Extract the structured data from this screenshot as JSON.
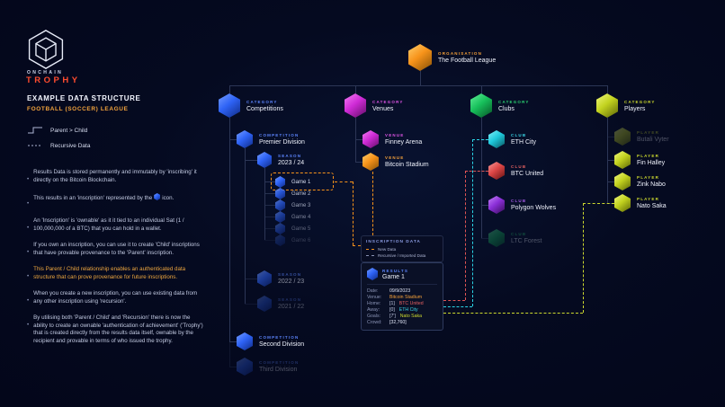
{
  "brand": {
    "onchain": "ONCHAIN",
    "trophy": "TROPHY"
  },
  "header": {
    "title": "EXAMPLE DATA STRUCTURE",
    "subtitle": "FOOTBALL (SOCCER) LEAGUE"
  },
  "legend": {
    "parent_child": "Parent > Child",
    "recursive": "Recursive Data"
  },
  "bullets": {
    "b1": "Results Data is stored permanently and immutably by 'inscribing' it directly on the Bitcoin Blockchain.",
    "b2a": "This results in an 'inscription' represented by the",
    "b2b": "icon.",
    "b3": "An 'Inscription' is 'ownable' as it it tied to an individual Sat (1 / 100,000,000 of a BTC) that you can hold in a wallet.",
    "b4": "If you own an inscription, you can use it to create 'Child' inscriptions that have provable provenance to the 'Parent' inscription.",
    "b5": "This Parent / Child relationship enables an authenticated data structure that can prove provenance for future inscriptions.",
    "b6": "When you create a new inscription, you can use existing data from any other inscription using 'recursion'.",
    "b7": "By utilising both 'Parent / Child' and 'Recursion' there is now the ability to create an ownable 'authentication of achievement' ('Trophy') that is created directly from the results data itself, ownable by the recipient and provable in terms of who issued the trophy."
  },
  "diagram": {
    "organisation": {
      "tag": "ORGANISATION",
      "name": "The Football League"
    },
    "cat_competitions": {
      "tag": "CATEGORY",
      "name": "Competitions"
    },
    "cat_venues": {
      "tag": "CATEGORY",
      "name": "Venues"
    },
    "cat_clubs": {
      "tag": "CATEGORY",
      "name": "Clubs"
    },
    "cat_players": {
      "tag": "CATEGORY",
      "name": "Players"
    },
    "premier": {
      "tag": "COMPETITION",
      "name": "Premier Division"
    },
    "season_2324": {
      "tag": "SEASON",
      "name": "2023 / 24"
    },
    "season_2223": {
      "tag": "SEASON",
      "name": "2022 / 23"
    },
    "season_2122": {
      "tag": "SEASON",
      "name": "2021 / 22"
    },
    "games": [
      "Game 1",
      "Game 2",
      "Game 3",
      "Game 4",
      "Game 5",
      "Game 6"
    ],
    "second_division": {
      "tag": "COMPETITION",
      "name": "Second Division"
    },
    "third_division": {
      "tag": "COMPETITION",
      "name": "Third Division"
    },
    "finney": {
      "tag": "VENUE",
      "name": "Finney Arena"
    },
    "stadium": {
      "tag": "VENUE",
      "name": "Bitcoin Stadium"
    },
    "eth": {
      "tag": "CLUB",
      "name": "ETH City"
    },
    "btc": {
      "tag": "CLUB",
      "name": "BTC United"
    },
    "wolves": {
      "tag": "CLUB",
      "name": "Polygon Wolves"
    },
    "ltc": {
      "tag": "CLUB",
      "name": "LTC Forest"
    },
    "p1": {
      "tag": "PLAYER",
      "name": "Butali Vyter"
    },
    "p2": {
      "tag": "PLAYER",
      "name": "Fin Halley"
    },
    "p3": {
      "tag": "PLAYER",
      "name": "Zink Nabo"
    },
    "p4": {
      "tag": "PLAYER",
      "name": "Nato Saka"
    }
  },
  "card": {
    "panel_title": "INSCRIPTION DATA",
    "legend_new": "New Data",
    "legend_recursive": "Recursive / Imported Data",
    "tag": "RESULTS",
    "name": "Game 1",
    "date_key": "Date:",
    "date": "09/9/2023",
    "venue_key": "Venue:",
    "venue": "Bitcoin Stadium",
    "home_key": "Home:",
    "home_score": "[1]",
    "home_team": "BTC United",
    "away_key": "Away:",
    "away_score": "[0]",
    "away_team": "ETH City",
    "goals_key": "Goals:",
    "goal_min": "[7']",
    "goal_scorer": "Nato Saka",
    "crowd_key": "Crowd:",
    "crowd": "[32,760]"
  },
  "colors": {
    "background": "#04081a",
    "accent_orange": "#f7931a",
    "brand_red": "#ff4b2e",
    "blue": "#2e63f6",
    "magenta": "#cf2bd6",
    "green": "#17c05b",
    "lime": "#c2d21f",
    "cyan": "#1fc9dc",
    "red": "#dd4646",
    "purple": "#8b2fd8",
    "highlight_gold": "#eea73f"
  }
}
